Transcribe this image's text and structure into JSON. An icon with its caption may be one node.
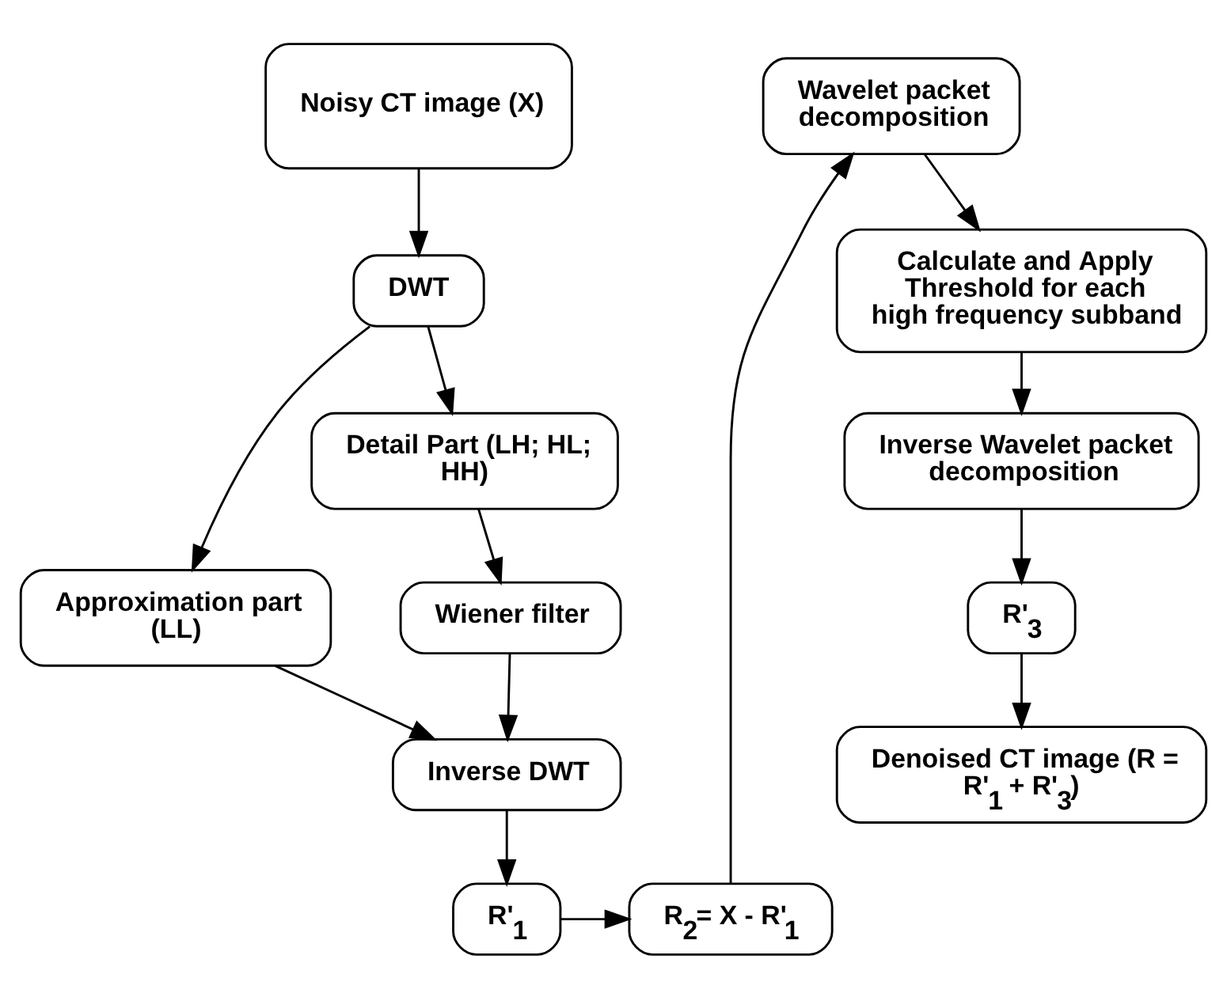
{
  "diagram": {
    "nodes": [
      {
        "text": [
          "Noisy CT image (X)"
        ]
      },
      {
        "text": [
          "DWT"
        ]
      },
      {
        "text": [
          "Approximation part (LL)"
        ]
      },
      {
        "text": [
          "Detail Part (LH; HL; HH)"
        ]
      },
      {
        "text": [
          "Wiener filter"
        ]
      },
      {
        "text": [
          "Inverse DWT"
        ]
      },
      {
        "text": [
          "R'$_{1}$"
        ]
      },
      {
        "text": [
          "R$_{2}$= X - R'$_{1}$"
        ]
      },
      {
        "text": [
          "Wavelet packet decomposition"
        ]
      },
      {
        "text": [
          "Calculate and Apply Threshold for each high frequency subband"
        ]
      },
      {
        "text": [
          "Inverse Wavelet packet decomposition"
        ]
      },
      {
        "text": [
          "R'$_{3}$"
        ]
      },
      {
        "text": [
          "Denoised CT image (R = R'$_{1}$ + R'$_{3}$)"
        ]
      }
    ],
    "edges": [
      {
        "from": 0,
        "to": 1,
        "arrow": "to"
      },
      {
        "from": 1,
        "to": 2,
        "arrow": "to"
      },
      {
        "from": 1,
        "to": 3,
        "arrow": "to"
      },
      {
        "from": 3,
        "to": 4,
        "arrow": "to"
      },
      {
        "from": 2,
        "to": 5,
        "arrow": "to"
      },
      {
        "from": 4,
        "to": 5,
        "arrow": "to"
      },
      {
        "from": 5,
        "to": 6,
        "arrow": "to"
      },
      {
        "from": 6,
        "to": 7,
        "arrow": "to"
      },
      {
        "from": 7,
        "to": 8,
        "arrow": "to"
      },
      {
        "from": 8,
        "to": 9,
        "arrow": "to"
      },
      {
        "from": 9,
        "to": 10,
        "arrow": "to"
      },
      {
        "from": 10,
        "to": 11,
        "arrow": "to"
      },
      {
        "from": 11,
        "to": 12,
        "arrow": "to"
      }
    ]
  }
}
